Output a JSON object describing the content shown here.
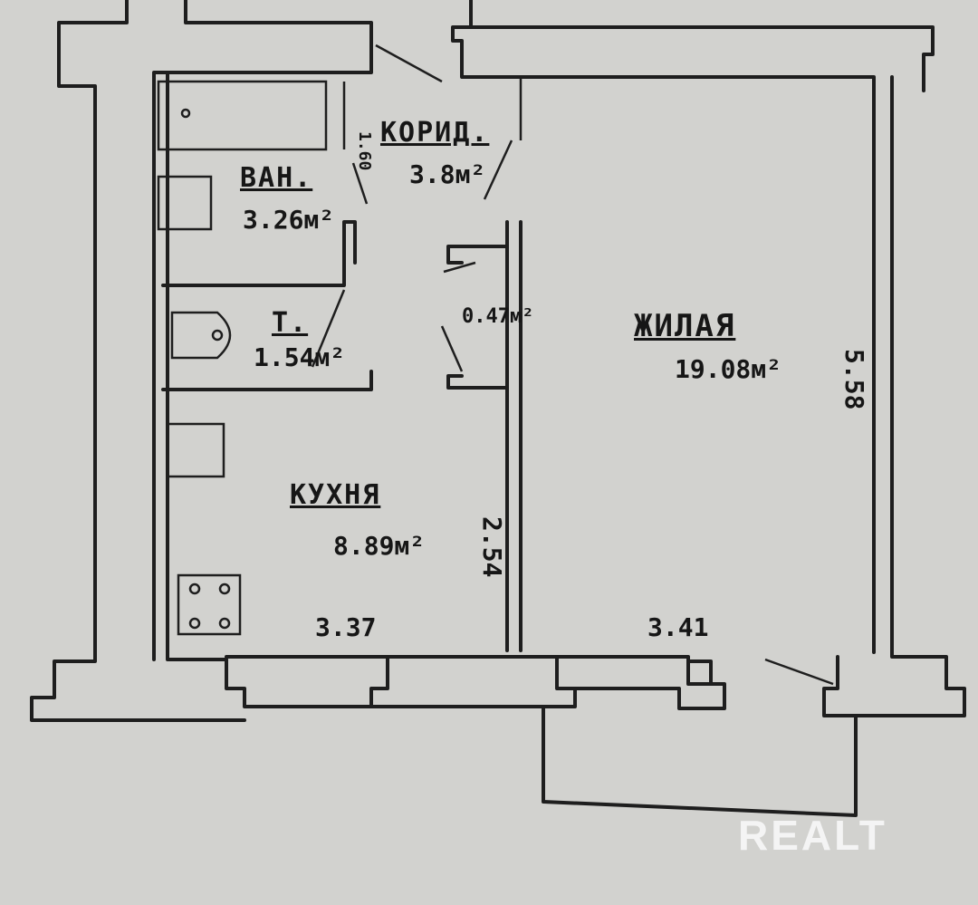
{
  "rooms": {
    "corridor": {
      "name": "КОРИД.",
      "area": "3.8м²",
      "side": "1.60"
    },
    "bath": {
      "name": "ВАН.",
      "area": "3.26м²"
    },
    "toilet": {
      "name": "Т.",
      "area": "1.54м²"
    },
    "closet": {
      "area": "0.47м²"
    },
    "living": {
      "name": "ЖИЛАЯ",
      "area": "19.08м²"
    },
    "kitchen": {
      "name": "КУХНЯ",
      "area": "8.89м²"
    }
  },
  "dimensions": {
    "kitchen_width": "3.37",
    "living_width": "3.41",
    "kitchen_depth": "2.54",
    "living_depth": "5.58"
  },
  "watermark": "REALT",
  "colors": {
    "paper": "#d2d2cf",
    "ink": "#1e1e1e"
  }
}
